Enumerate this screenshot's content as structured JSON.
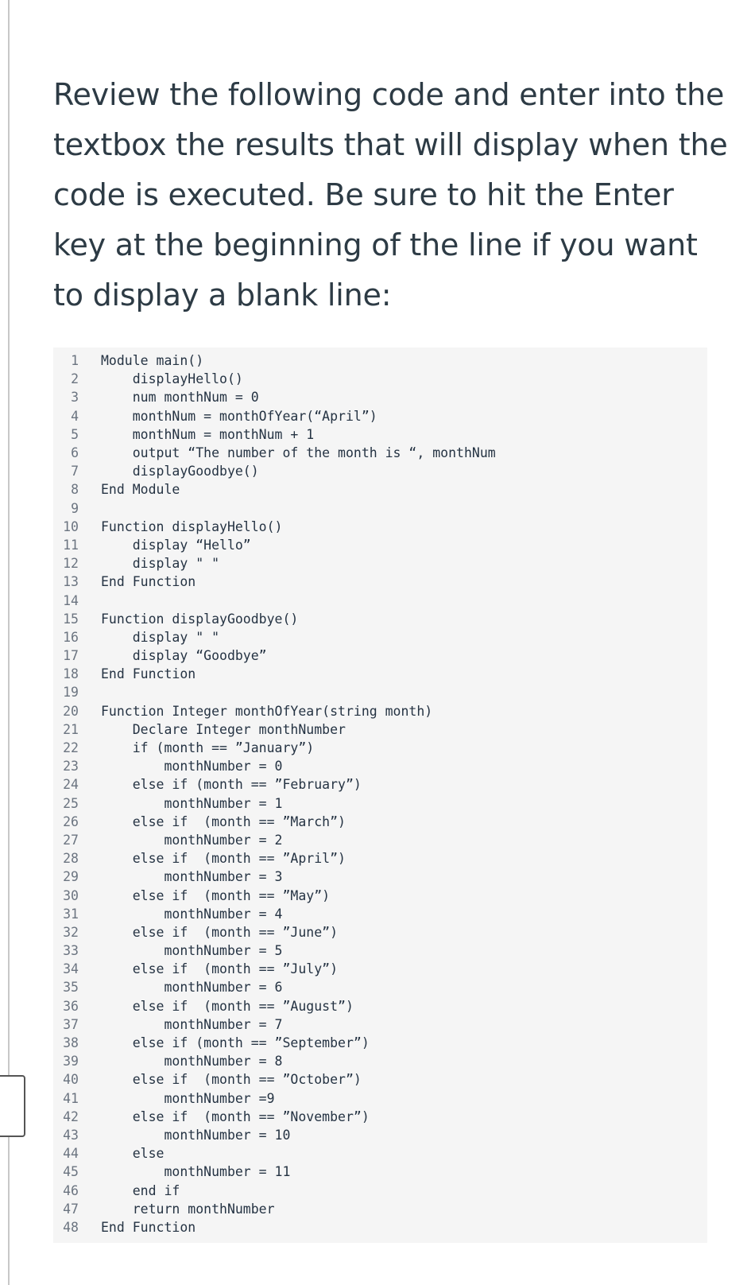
{
  "question_text": "Review the following code and enter into the textbox the results that will display when the code is executed. Be sure to hit the Enter key at the beginning of the line if you want to display a blank line:",
  "code": {
    "lines": [
      {
        "num": "1",
        "text": "Module main()"
      },
      {
        "num": "2",
        "text": "    displayHello()"
      },
      {
        "num": "3",
        "text": "    num monthNum = 0"
      },
      {
        "num": "4",
        "text": "    monthNum = monthOfYear(“April”)"
      },
      {
        "num": "5",
        "text": "    monthNum = monthNum + 1"
      },
      {
        "num": "6",
        "text": "    output “The number of the month is “, monthNum"
      },
      {
        "num": "7",
        "text": "    displayGoodbye()"
      },
      {
        "num": "8",
        "text": "End Module"
      },
      {
        "num": "9",
        "text": ""
      },
      {
        "num": "10",
        "text": "Function displayHello()"
      },
      {
        "num": "11",
        "text": "    display “Hello”"
      },
      {
        "num": "12",
        "text": "    display \" \""
      },
      {
        "num": "13",
        "text": "End Function"
      },
      {
        "num": "14",
        "text": ""
      },
      {
        "num": "15",
        "text": "Function displayGoodbye()"
      },
      {
        "num": "16",
        "text": "    display \" \""
      },
      {
        "num": "17",
        "text": "    display “Goodbye”"
      },
      {
        "num": "18",
        "text": "End Function"
      },
      {
        "num": "19",
        "text": ""
      },
      {
        "num": "20",
        "text": "Function Integer monthOfYear(string month)"
      },
      {
        "num": "21",
        "text": "    Declare Integer monthNumber"
      },
      {
        "num": "22",
        "text": "    if (month == ”January”)"
      },
      {
        "num": "23",
        "text": "        monthNumber = 0"
      },
      {
        "num": "24",
        "text": "    else if (month == ”February”)"
      },
      {
        "num": "25",
        "text": "        monthNumber = 1"
      },
      {
        "num": "26",
        "text": "    else if  (month == ”March”)"
      },
      {
        "num": "27",
        "text": "        monthNumber = 2"
      },
      {
        "num": "28",
        "text": "    else if  (month == ”April”)"
      },
      {
        "num": "29",
        "text": "        monthNumber = 3"
      },
      {
        "num": "30",
        "text": "    else if  (month == ”May”)"
      },
      {
        "num": "31",
        "text": "        monthNumber = 4"
      },
      {
        "num": "32",
        "text": "    else if  (month == ”June”)"
      },
      {
        "num": "33",
        "text": "        monthNumber = 5"
      },
      {
        "num": "34",
        "text": "    else if  (month == ”July”)"
      },
      {
        "num": "35",
        "text": "        monthNumber = 6"
      },
      {
        "num": "36",
        "text": "    else if  (month == ”August”)"
      },
      {
        "num": "37",
        "text": "        monthNumber = 7"
      },
      {
        "num": "38",
        "text": "    else if (month == ”September”)"
      },
      {
        "num": "39",
        "text": "        monthNumber = 8"
      },
      {
        "num": "40",
        "text": "    else if  (month == ”October”)"
      },
      {
        "num": "41",
        "text": "        monthNumber =9"
      },
      {
        "num": "42",
        "text": "    else if  (month == ”November”)"
      },
      {
        "num": "43",
        "text": "        monthNumber = 10"
      },
      {
        "num": "44",
        "text": "    else"
      },
      {
        "num": "45",
        "text": "        monthNumber = 11"
      },
      {
        "num": "46",
        "text": "    end if"
      },
      {
        "num": "47",
        "text": "    return monthNumber"
      },
      {
        "num": "48",
        "text": "End Function"
      }
    ]
  }
}
